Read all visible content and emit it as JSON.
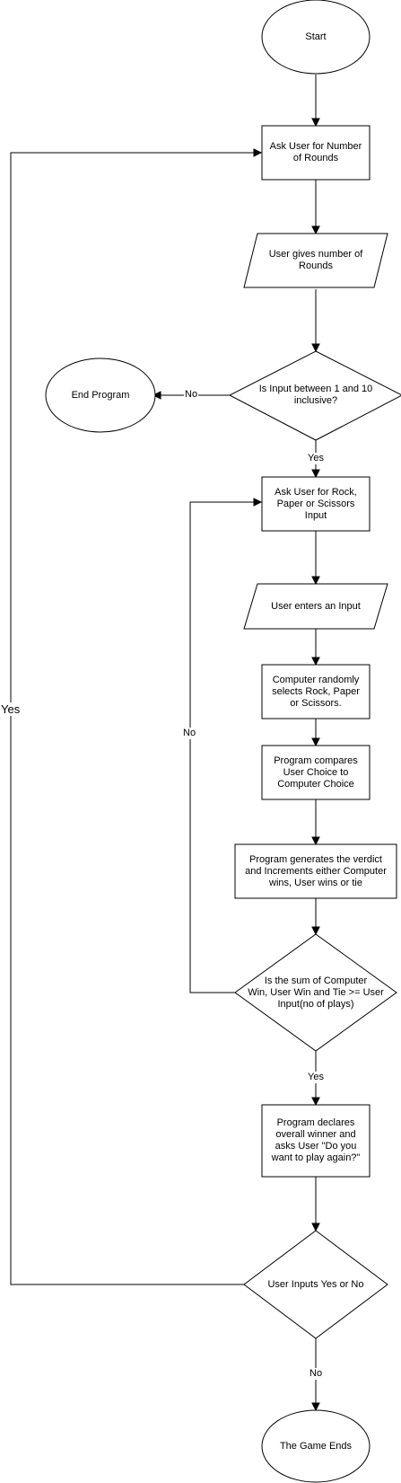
{
  "nodes": {
    "start": {
      "lines": [
        "Start"
      ]
    },
    "ask_rounds": {
      "lines": [
        "Ask User for Number",
        "of Rounds"
      ]
    },
    "user_gives_rounds": {
      "lines": [
        "User gives number of",
        "Rounds"
      ]
    },
    "check_input": {
      "lines": [
        "Is Input between 1 and 10",
        "inclusive?"
      ]
    },
    "end_program": {
      "lines": [
        "End Program"
      ]
    },
    "ask_rps": {
      "lines": [
        "Ask User for Rock,",
        "Paper or Scissors",
        "Input"
      ]
    },
    "user_enters_input": {
      "lines": [
        "User enters an Input"
      ]
    },
    "computer_selects": {
      "lines": [
        "Computer randomly",
        "selects Rock, Paper",
        "or Scissors."
      ]
    },
    "program_compares": {
      "lines": [
        "Program compares",
        "User Choice to",
        "Computer Choice"
      ]
    },
    "program_verdict": {
      "lines": [
        "Program generates the verdict",
        "and Increments either Computer",
        "wins, User wins or tie"
      ]
    },
    "check_sum": {
      "lines": [
        "Is the sum of Computer",
        "Win, User Win and Tie >= User",
        "Input(no of plays)"
      ]
    },
    "declare_winner": {
      "lines": [
        "Program declares",
        "overall winner and",
        "asks User \"Do you",
        "want to play again?\""
      ]
    },
    "play_again": {
      "lines": [
        "User Inputs Yes or No"
      ]
    },
    "game_ends": {
      "lines": [
        "The Game Ends"
      ]
    }
  },
  "edge_labels": {
    "check_input_no": "No",
    "check_input_yes": "Yes",
    "check_sum_no": "No",
    "check_sum_yes": "Yes",
    "play_again_yes": "Yes",
    "play_again_no": "No"
  }
}
